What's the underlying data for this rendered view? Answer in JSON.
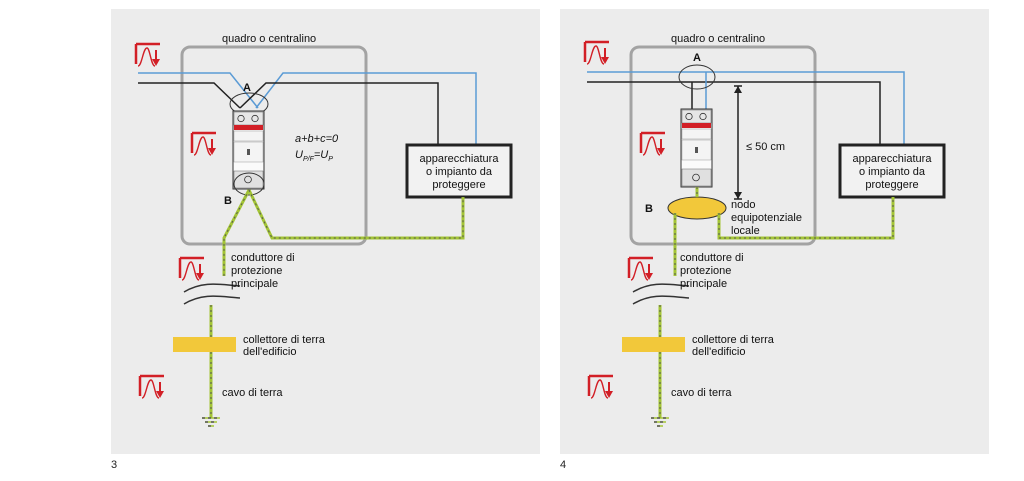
{
  "colors": {
    "panel_bg": "#ececec",
    "board_outline": "#a3a3a3",
    "wire_blue": "#5b9bd5",
    "wire_black": "#222222",
    "earth_dash": "#a3c535",
    "surge_red": "#d21f26",
    "yellow": "#f2c83a"
  },
  "diagram_3": {
    "number": "3",
    "board_label": "quadro o centralino",
    "point_a": "A",
    "point_b": "B",
    "formula_1": "a+b+c=0",
    "formula_2": "U",
    "formula_2_sub": "P/F",
    "formula_2_eq": "=U",
    "formula_2_sub2": "P",
    "equipment": [
      "apparecchiatura",
      "o impianto da",
      "proteggere"
    ],
    "conductor": [
      "conduttore di",
      "protezione",
      "principale"
    ],
    "collector": [
      "collettore di terra",
      "dell'edificio"
    ],
    "earth_cable": "cavo di terra"
  },
  "diagram_4": {
    "number": "4",
    "board_label": "quadro o centralino",
    "point_a": "A",
    "point_b": "B",
    "distance": "≤ 50 cm",
    "node": [
      "nodo",
      "equipotenziale",
      "locale"
    ],
    "equipment": [
      "apparecchiatura",
      "o impianto da",
      "proteggere"
    ],
    "conductor": [
      "conduttore di",
      "protezione",
      "principale"
    ],
    "collector": [
      "collettore di terra",
      "dell'edificio"
    ],
    "earth_cable": "cavo di terra"
  },
  "icons": {
    "surge": "surge-impulse-icon",
    "spd": "surge-protective-device-icon",
    "ground": "earth-ground-icon"
  }
}
